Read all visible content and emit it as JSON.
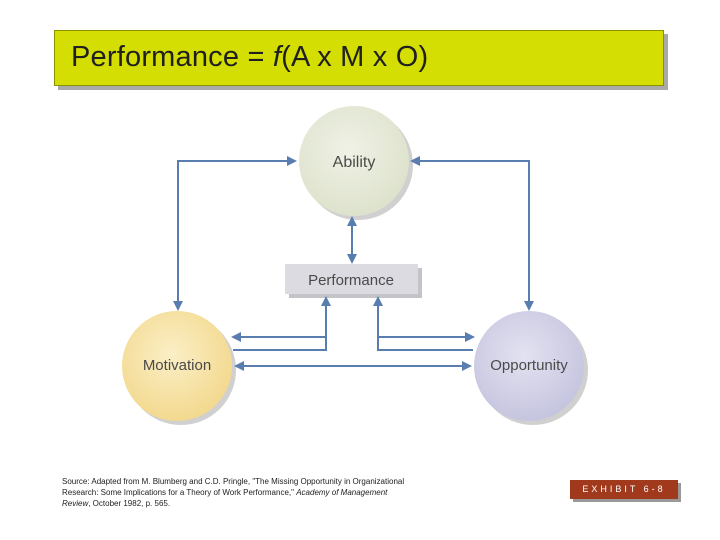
{
  "slide": {
    "title_prefix": "Performance = ",
    "title_function": "f",
    "title_args": "(A x M x O)"
  },
  "diagram": {
    "nodes": {
      "ability": "Ability",
      "performance": "Performance",
      "motivation": "Motivation",
      "opportunity": "Opportunity"
    },
    "colors": {
      "ability": "#e4e8d6",
      "motivation": "#f7e3a8",
      "opportunity": "#d4d3e8",
      "performance_box": "#dddbe2",
      "arrow": "#5a7db0"
    }
  },
  "footer": {
    "source_prefix": "Source: Adapted from M. Blumberg and C.D. Pringle, \"The Missing Opportunity in Organizational Research: Some Implications for a Theory of Work Performance,\" ",
    "source_journal": "Academy of Management Review",
    "source_suffix": ", October 1982, p. 565.",
    "exhibit_label": "EXHIBIT 6-8"
  }
}
